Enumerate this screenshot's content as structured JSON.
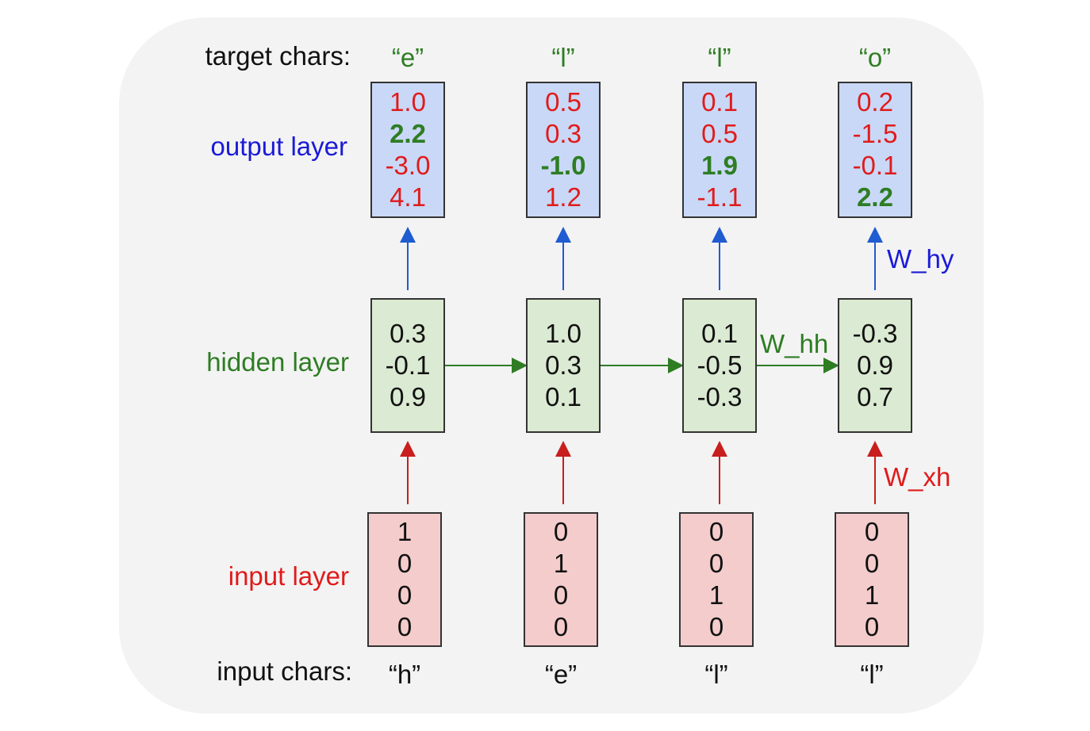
{
  "labels": {
    "target_chars": "target chars:",
    "output_layer": "output layer",
    "hidden_layer": "hidden layer",
    "input_layer": "input layer",
    "input_chars": "input chars:"
  },
  "target_chars": [
    "“e”",
    "“l”",
    "“l”",
    "“o”"
  ],
  "input_chars": [
    "“h”",
    "“e”",
    "“l”",
    "“l”"
  ],
  "output": [
    [
      "1.0",
      "2.2",
      "-3.0",
      "4.1"
    ],
    [
      "0.5",
      "0.3",
      "-1.0",
      "1.2"
    ],
    [
      "0.1",
      "0.5",
      "1.9",
      "-1.1"
    ],
    [
      "0.2",
      "-1.5",
      "-0.1",
      "2.2"
    ]
  ],
  "output_highlight_index": [
    1,
    2,
    2,
    3
  ],
  "hidden": [
    [
      "0.3",
      "-0.1",
      "0.9"
    ],
    [
      "1.0",
      "0.3",
      "0.1"
    ],
    [
      "0.1",
      "-0.5",
      "-0.3"
    ],
    [
      "-0.3",
      "0.9",
      "0.7"
    ]
  ],
  "input": [
    [
      "1",
      "0",
      "0",
      "0"
    ],
    [
      "0",
      "1",
      "0",
      "0"
    ],
    [
      "0",
      "0",
      "1",
      "0"
    ],
    [
      "0",
      "0",
      "1",
      "0"
    ]
  ],
  "weights": {
    "w_hy": "W_hy",
    "w_hh": "W_hh",
    "w_xh": "W_xh"
  },
  "colors": {
    "output_fill": "#c9d8f7",
    "hidden_fill": "#dbead2",
    "input_fill": "#f4cccc",
    "blue": "#1f5bd1",
    "green": "#2e7d23",
    "red": "#c81e1e",
    "label_blue": "#1a1ad8",
    "label_red": "#e01b1b"
  }
}
